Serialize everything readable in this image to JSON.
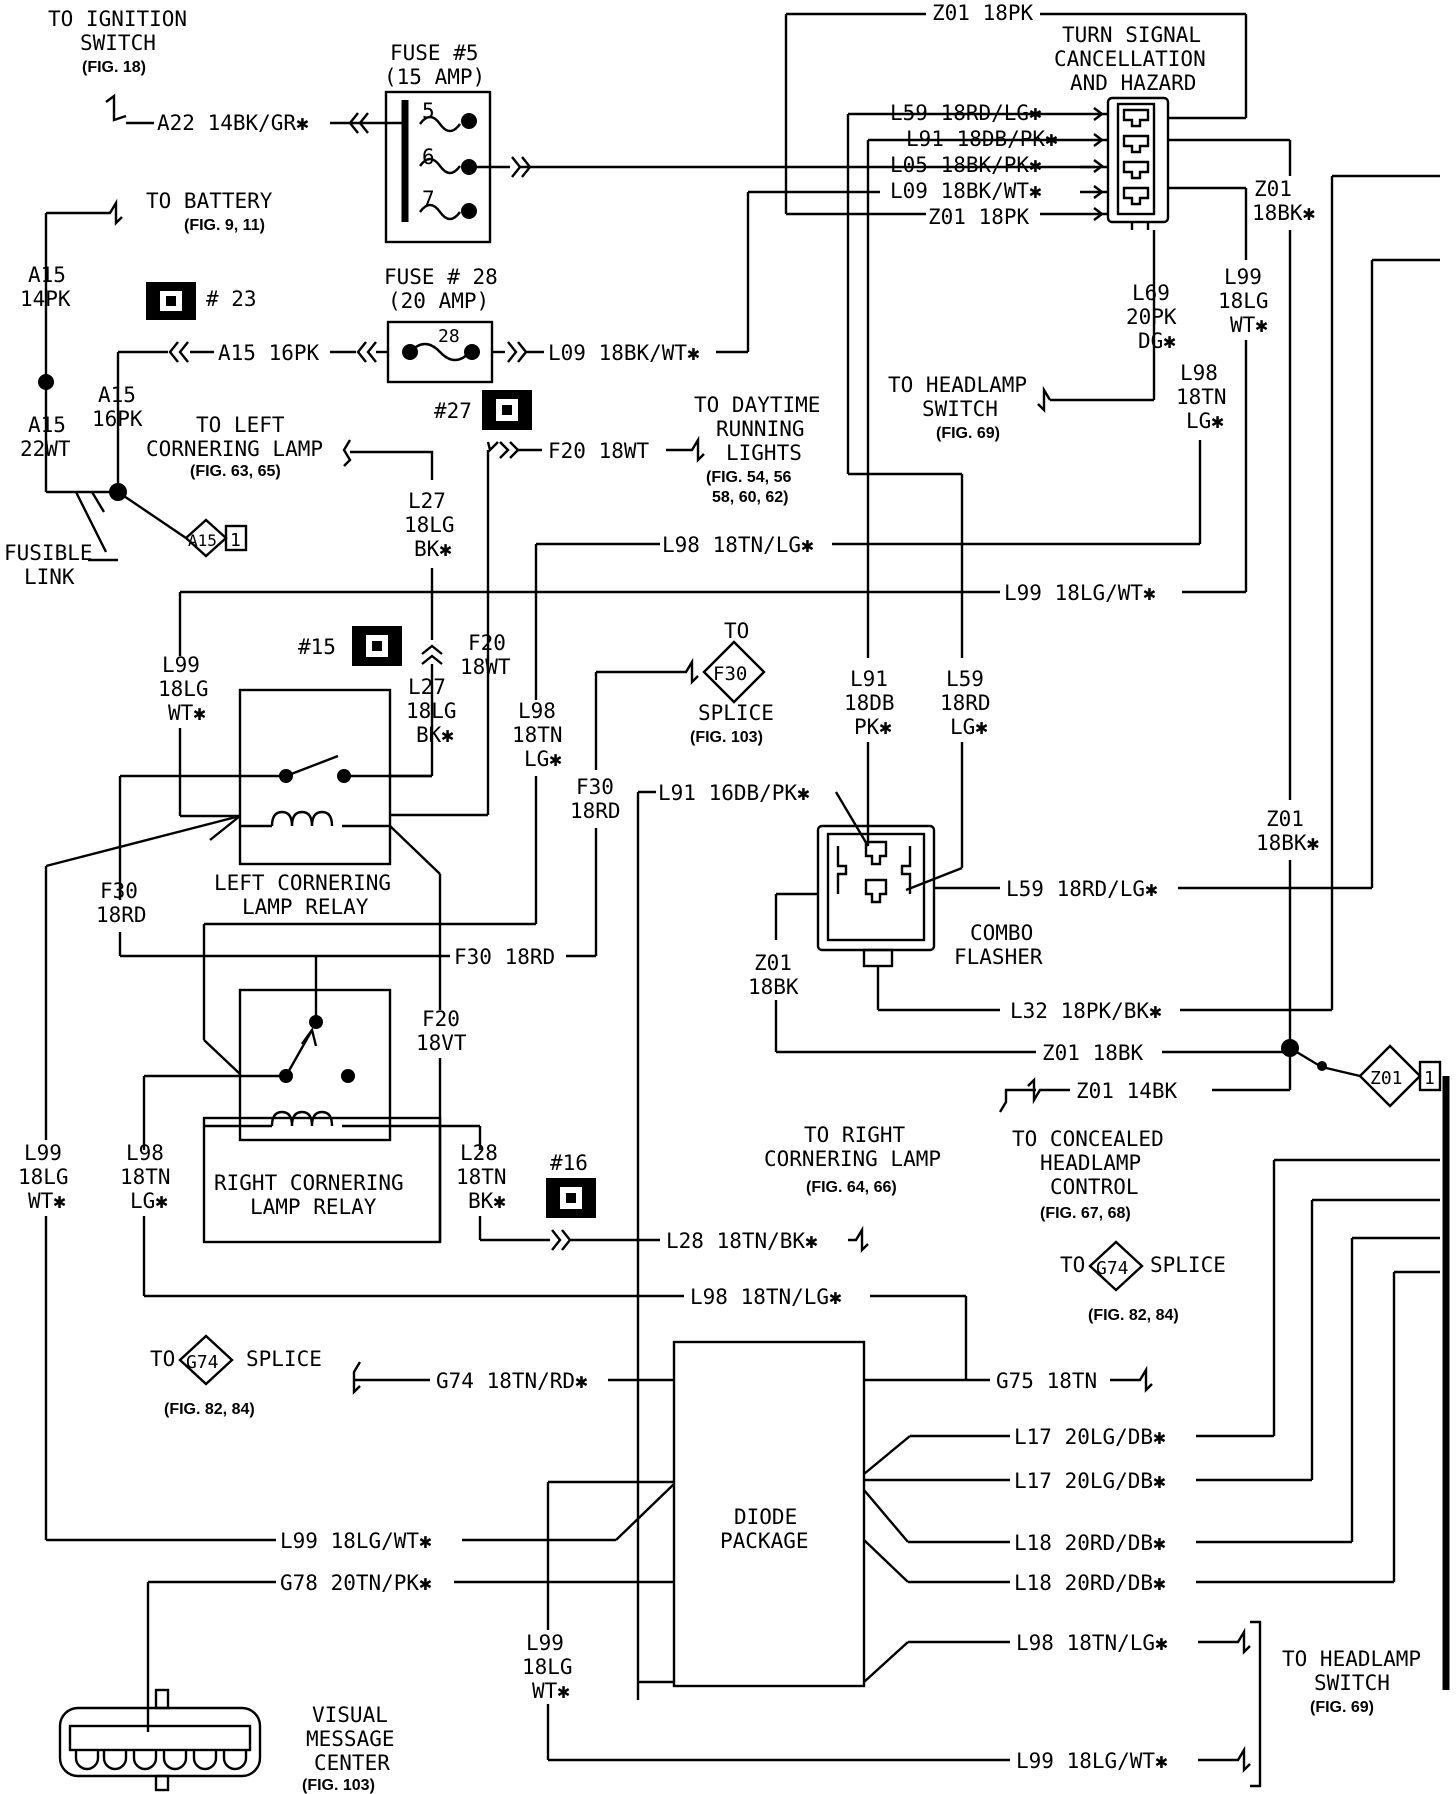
{
  "labels": {
    "to_ignition": [
      "TO IGNITION",
      "SWITCH"
    ],
    "fig18": "(FIG. 18)",
    "a22": "A22 14BK/GR✱",
    "fuse5": [
      "FUSE #5",
      "(15 AMP)"
    ],
    "fuse5_pins": [
      "5",
      "6",
      "7"
    ],
    "to_battery": "TO BATTERY",
    "fig9_11": "(FIG. 9, 11)",
    "a15_14pk": [
      "A15",
      "14PK"
    ],
    "conn23": "# 23",
    "fuse28": [
      "FUSE # 28",
      "(20 AMP)"
    ],
    "fuse28_pin": "28",
    "a15_16pk_h": "A15  16PK",
    "l09_h": "L09  18BK/WT✱",
    "a15_22wt": [
      "A15",
      "22WT"
    ],
    "a15_16pk_v": [
      "A15",
      "16PK"
    ],
    "to_left_corner": [
      "TO LEFT",
      "CORNERING LAMP"
    ],
    "fig63_65": "(FIG. 63, 65)",
    "conn27": "#27",
    "l27_top": [
      "L27",
      "18LG",
      "BK✱"
    ],
    "fusible": [
      "FUSIBLE",
      "LINK"
    ],
    "a15_splice": "A15",
    "a15_splice_num": "1",
    "f20_h": "F20  18WT",
    "to_drl": [
      "TO DAYTIME",
      "RUNNING",
      "LIGHTS"
    ],
    "fig54_62": [
      "(FIG. 54, 56",
      "58, 60, 62)"
    ],
    "z01_top": "Z01  18PK",
    "turn_signal": [
      "TURN SIGNAL",
      "CANCELLATION",
      "AND HAZARD"
    ],
    "l59_top": "L59  18RD/LG✱",
    "l91_top": "L91  18DB/PK✱",
    "l05_top": "L05  18BK/PK✱",
    "l09_top": "L09  18BK/WT✱",
    "z01_18pk_2": "Z01  18PK",
    "z01_18bk_r": [
      "Z01",
      "18BK✱"
    ],
    "l69": [
      "L69",
      "20PK",
      "DG✱"
    ],
    "l99_18lgwt_r": [
      "L99",
      "18LG",
      "WT✱"
    ],
    "to_headlamp_sw": [
      "TO HEADLAMP",
      "SWITCH"
    ],
    "fig69": "(FIG. 69)",
    "l98_18tnlg_r": [
      "L98",
      "18TN",
      "LG✱"
    ],
    "l98_h1": "L98  18TN/LG✱",
    "l99_h1": "L99  18LG/WT✱",
    "l99_left": [
      "L99",
      "18LG",
      "WT✱"
    ],
    "conn15": "#15",
    "l27_bot": [
      "L27",
      "18LG",
      "BK✱"
    ],
    "f20_v": [
      "F20",
      "18WT"
    ],
    "l98_mid": [
      "L98",
      "18TN",
      "LG✱"
    ],
    "to_f30": "TO",
    "f30_splice": "F30",
    "splice_word": "SPLICE",
    "fig103": "(FIG. 103)",
    "l91_v": [
      "L91",
      "18DB",
      "PK✱"
    ],
    "l59_v": [
      "L59",
      "18RD",
      "LG✱"
    ],
    "f30_18rd_v": [
      "F30",
      "18RD"
    ],
    "l91_16db": "L91  16DB/PK✱",
    "left_relay": [
      "LEFT CORNERING",
      "LAMP RELAY"
    ],
    "z01_18bk_mid": [
      "Z01",
      "18BK✱"
    ],
    "f30_left": [
      "F30",
      "18RD"
    ],
    "l59_h": "L59  18RD/LG✱",
    "combo": [
      "COMBO",
      "FLASHER"
    ],
    "f30_18rd_h": "F30  18RD",
    "z01_18bk_v": [
      "Z01",
      "18BK"
    ],
    "l32": "L32  18PK/BK✱",
    "f20_18vt": [
      "F20",
      "18VT"
    ],
    "z01_18bk_h": "Z01  18BK",
    "z01_splice": "Z01",
    "z01_splice_num": "1",
    "z01_14bk": "Z01  14BK",
    "to_concealed": [
      "TO CONCEALED",
      "HEADLAMP",
      "CONTROL"
    ],
    "fig67_68": "(FIG. 67, 68)",
    "l99_far_left": [
      "L99",
      "18LG",
      "WT✱"
    ],
    "l98_left": [
      "L98",
      "18TN",
      "LG✱"
    ],
    "right_relay": [
      "RIGHT CORNERING",
      "LAMP RELAY"
    ],
    "l28_v": [
      "L28",
      "18TN",
      "BK✱"
    ],
    "conn16": "#16",
    "to_right_corner": [
      "TO RIGHT",
      "CORNERING LAMP"
    ],
    "fig64_66": "(FIG. 64, 66)",
    "l28_h": "L28  18TN/BK✱",
    "to_g74_r": "TO",
    "g74": "G74",
    "splice_r": "SPLICE",
    "fig82_84": "(FIG. 82, 84)",
    "l98_h2": "L98  18TN/LG✱",
    "to_g74_l": "TO",
    "splice_l": "SPLICE",
    "g74_h": "G74  18TN/RD✱",
    "g75": "G75  18TN",
    "l17a": "L17  20LG/DB✱",
    "l17b": "L17  20LG/DB✱",
    "l18a": "L18  20RD/DB✱",
    "l18b": "L18  20RD/DB✱",
    "diode": [
      "DIODE",
      "PACKAGE"
    ],
    "l99_h3": "L99  18LG/WT✱",
    "g78": "G78  20TN/PK✱",
    "l99_bot_v": [
      "L99",
      "18LG",
      "WT✱"
    ],
    "l98_bot": "L98  18TN/LG✱",
    "l99_bot": "L99  18LG/WT✱",
    "to_headlamp_sw2": [
      "TO HEADLAMP",
      "SWITCH"
    ],
    "fig69b": "(FIG. 69)",
    "vmc": [
      "VISUAL",
      "MESSAGE",
      "CENTER"
    ],
    "fig103b": "(FIG. 103)"
  }
}
